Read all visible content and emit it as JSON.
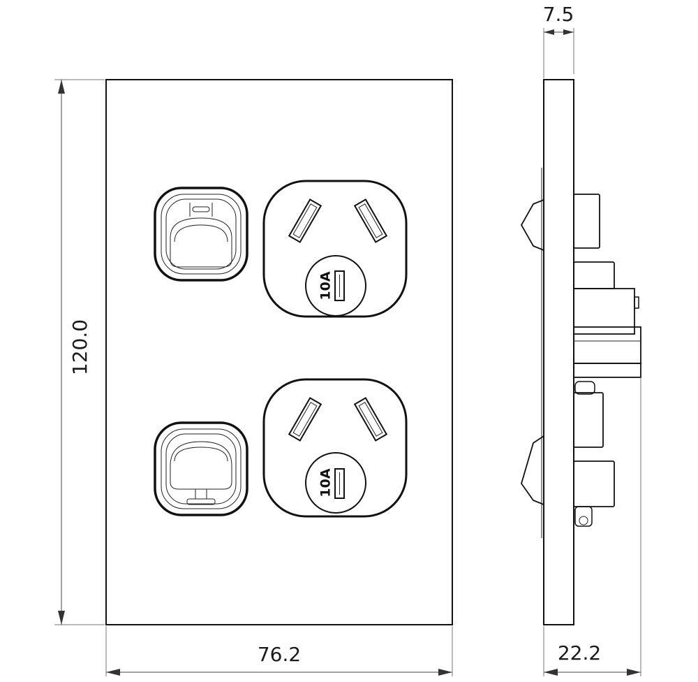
{
  "dimensions": {
    "height": "120.0",
    "width": "76.2",
    "plate_depth": "7.5",
    "total_depth": "22.2"
  },
  "sockets": [
    {
      "rating": "10A"
    },
    {
      "rating": "10A"
    }
  ],
  "colors": {
    "ink": "#111111",
    "background": "#ffffff"
  }
}
